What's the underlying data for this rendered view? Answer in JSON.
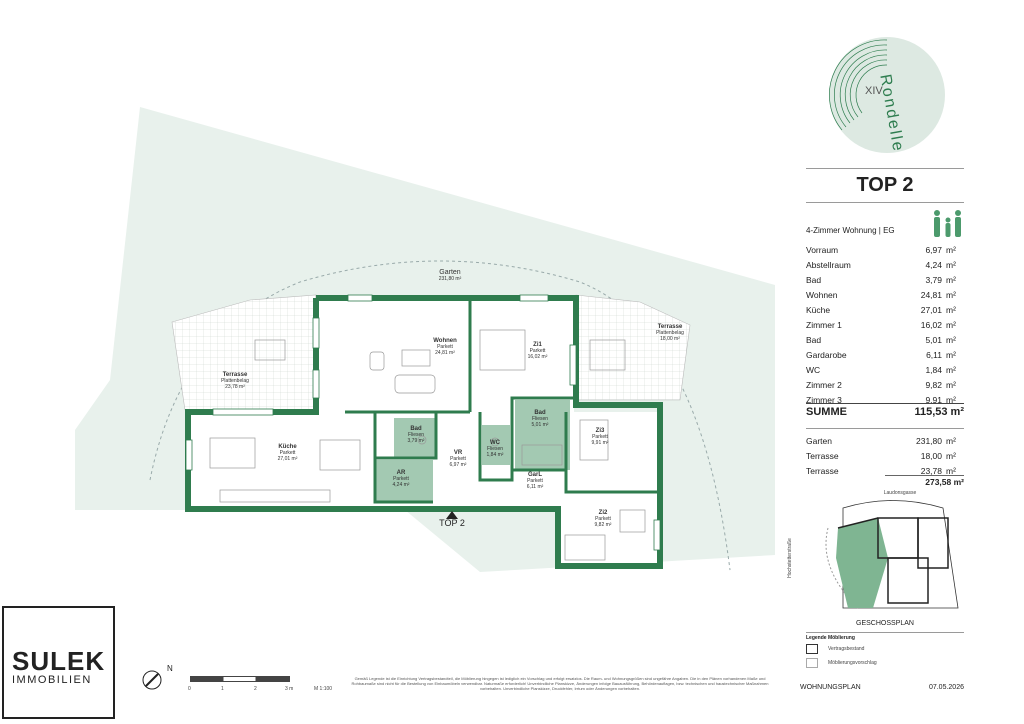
{
  "logo": {
    "numeral": "XIV",
    "word": "Rondelle",
    "color": "#dde9e2",
    "ring_color": "#2e7d4f"
  },
  "panel": {
    "title": "TOP 2",
    "type_label": "4-Zimmer Wohnung | EG",
    "rooms": [
      {
        "name": "Vorraum",
        "area": "6,97",
        "unit": "m²"
      },
      {
        "name": "Abstellraum",
        "area": "4,24",
        "unit": "m²"
      },
      {
        "name": "Bad",
        "area": "3,79",
        "unit": "m²"
      },
      {
        "name": "Wohnen",
        "area": "24,81",
        "unit": "m²"
      },
      {
        "name": "Küche",
        "area": "27,01",
        "unit": "m²"
      },
      {
        "name": "Zimmer 1",
        "area": "16,02",
        "unit": "m²"
      },
      {
        "name": "Bad",
        "area": "5,01",
        "unit": "m²"
      },
      {
        "name": "Gardarobe",
        "area": "6,11",
        "unit": "m²"
      },
      {
        "name": "WC",
        "area": "1,84",
        "unit": "m²"
      },
      {
        "name": "Zimmer 2",
        "area": "9,82",
        "unit": "m²"
      },
      {
        "name": "Zimmer 3",
        "area": "9,91",
        "unit": "m²"
      }
    ],
    "sum_label": "SUMME",
    "sum_value": "115,53 m²",
    "outdoor": [
      {
        "name": "Garten",
        "area": "231,80",
        "unit": "m²"
      },
      {
        "name": "Terrasse",
        "area": "18,00",
        "unit": "m²"
      },
      {
        "name": "Terrasse",
        "area": "23,78",
        "unit": "m²"
      }
    ],
    "outdoor_total": "273,58 m²",
    "site_street_top": "Laudonsgasse",
    "site_street_left": "Hochstetterstraße",
    "site_caption": "GESCHOSSPLAN",
    "legend_title": "Legende Möblierung",
    "legend_items": [
      "Vertragsbestand",
      "Möblierungsvorschlag"
    ],
    "footer_left": "WOHNUNGSPLAN",
    "footer_date": "07.05.2026"
  },
  "plan": {
    "entrance_label": "TOP 2",
    "garden": {
      "name": "Garten",
      "area": "231,80 m²"
    },
    "terrace_right": {
      "name": "Terrasse",
      "floor": "Plattenbelag",
      "area": "18,00 m²"
    },
    "terrace_left": {
      "name": "Terrasse",
      "floor": "Plattenbelag",
      "area": "23,78 m²"
    },
    "rooms": {
      "wohnen": {
        "name": "Wohnen",
        "floor": "Parkett",
        "area": "24,81 m²"
      },
      "zi1": {
        "name": "Zi1",
        "floor": "Parkett",
        "area": "16,02 m²"
      },
      "kueche": {
        "name": "Küche",
        "floor": "Parkett",
        "area": "27,01 m²"
      },
      "bad1": {
        "name": "Bad",
        "floor": "Fliesen",
        "area": "3,79 m²"
      },
      "ar": {
        "name": "AR",
        "floor": "Parkett",
        "area": "4,24 m²"
      },
      "vr": {
        "name": "VR",
        "floor": "Parkett",
        "area": "6,97 m²"
      },
      "wc": {
        "name": "WC",
        "floor": "Fliesen",
        "area": "1,84 m²"
      },
      "bad2": {
        "name": "Bad",
        "floor": "Fliesen",
        "area": "5,01 m²"
      },
      "zi3": {
        "name": "Zi3",
        "floor": "Parkett",
        "area": "9,91 m²"
      },
      "garl": {
        "name": "GarL",
        "floor": "Parkett",
        "area": "6,11 m²"
      },
      "zi2": {
        "name": "Zi2",
        "floor": "Parkett",
        "area": "9,82 m²"
      }
    }
  },
  "brand": {
    "line1": "SULEK",
    "line2": "IMMOBILIEN"
  },
  "scale": {
    "ticks": [
      "0",
      "1",
      "2",
      "3 m"
    ],
    "ratio": "M 1:100",
    "north": "N"
  },
  "disclaimer": "Gemäß Legende ist die Einrichtung Vertragsbestandteil, die Möblierung hingegen ist lediglich ein Vorschlag und erfolgt ersatzlos. Die Raum- und Wohnungsgrößen sind ungefähre Angaben. Die in den Plänen vorhandenen Maße und Rohbaumaße sind nicht für die Bestellung von Einbaumöbeln verwendbar. Naturmaße erforderlich! Unverbindliche Planskizze, Änderungen infolge Bauausführung, Behördenauflagen, bzw. technischen und haustechnischer Maßnahmen vorbehalten. Unverbindliche Planskizze, Druckfehler, Irrtum oder Änderungen vorbehalten.",
  "colors": {
    "wall": "#2f7c4e",
    "wet_room": "#a3c9b2",
    "garden": "#e8f1ec",
    "accent": "#3a8a5c"
  }
}
